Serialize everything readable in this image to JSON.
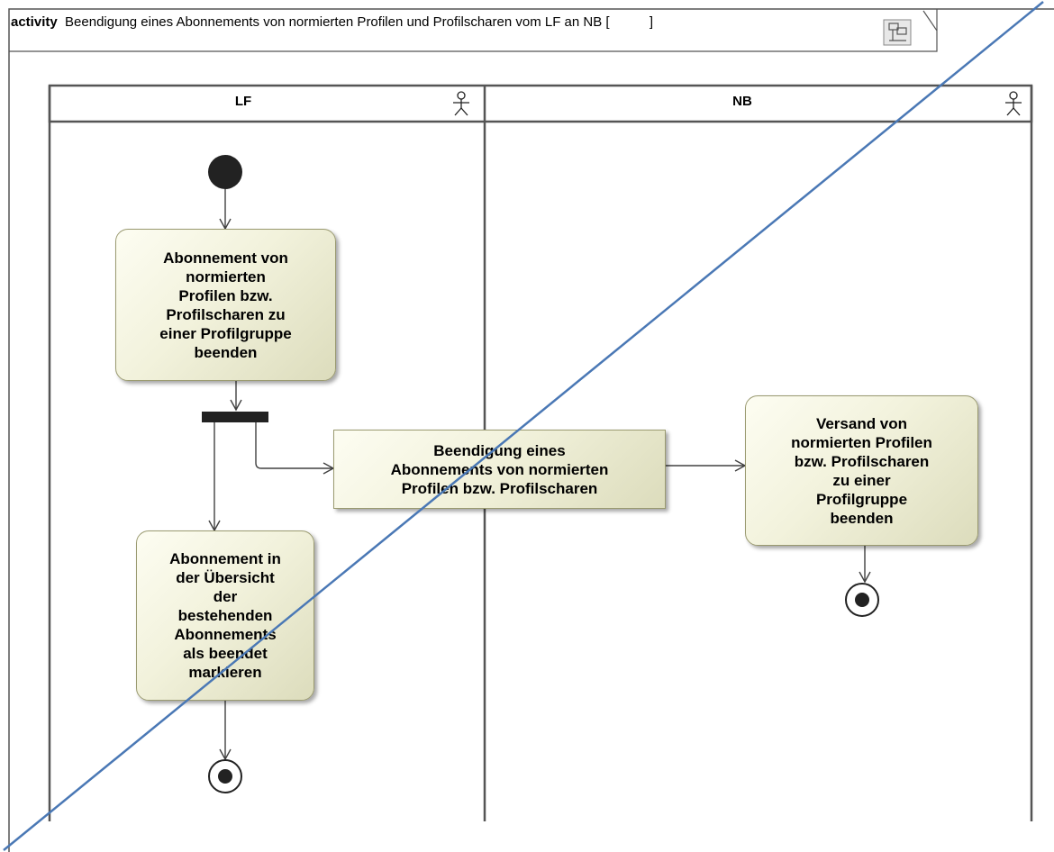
{
  "frame": {
    "keyword": "activity",
    "title": "Beendigung eines Abonnements von normierten Profilen und Profilscharen vom LF an NB [",
    "bracket_close": "]"
  },
  "lanes": [
    {
      "name": "LF"
    },
    {
      "name": "NB"
    }
  ],
  "nodes": {
    "action_abo_beenden": "Abonnement von\nnormierten\nProfilen bzw.\nProfilscharen zu\neiner Profilgruppe\nbeenden",
    "object_beendigung": "Beendigung eines\nAbonnements von normierten\nProfilen bzw. Profilscharen",
    "action_versand": "Versand von\nnormierten Profilen\nbzw. Profilscharen\nzu einer\nProfilgruppe\nbeenden",
    "action_markieren": "Abonnement in\nder Übersicht\nder\nbestehenden\nAbonnements\nals beendet\nmarkieren"
  },
  "colors": {
    "line": "#404040",
    "node_fill": "#f2f2dc",
    "overlay_line": "#4a78b5",
    "initial_node": "#222222"
  },
  "icons": [
    "actor-icon",
    "diagram-icon"
  ]
}
